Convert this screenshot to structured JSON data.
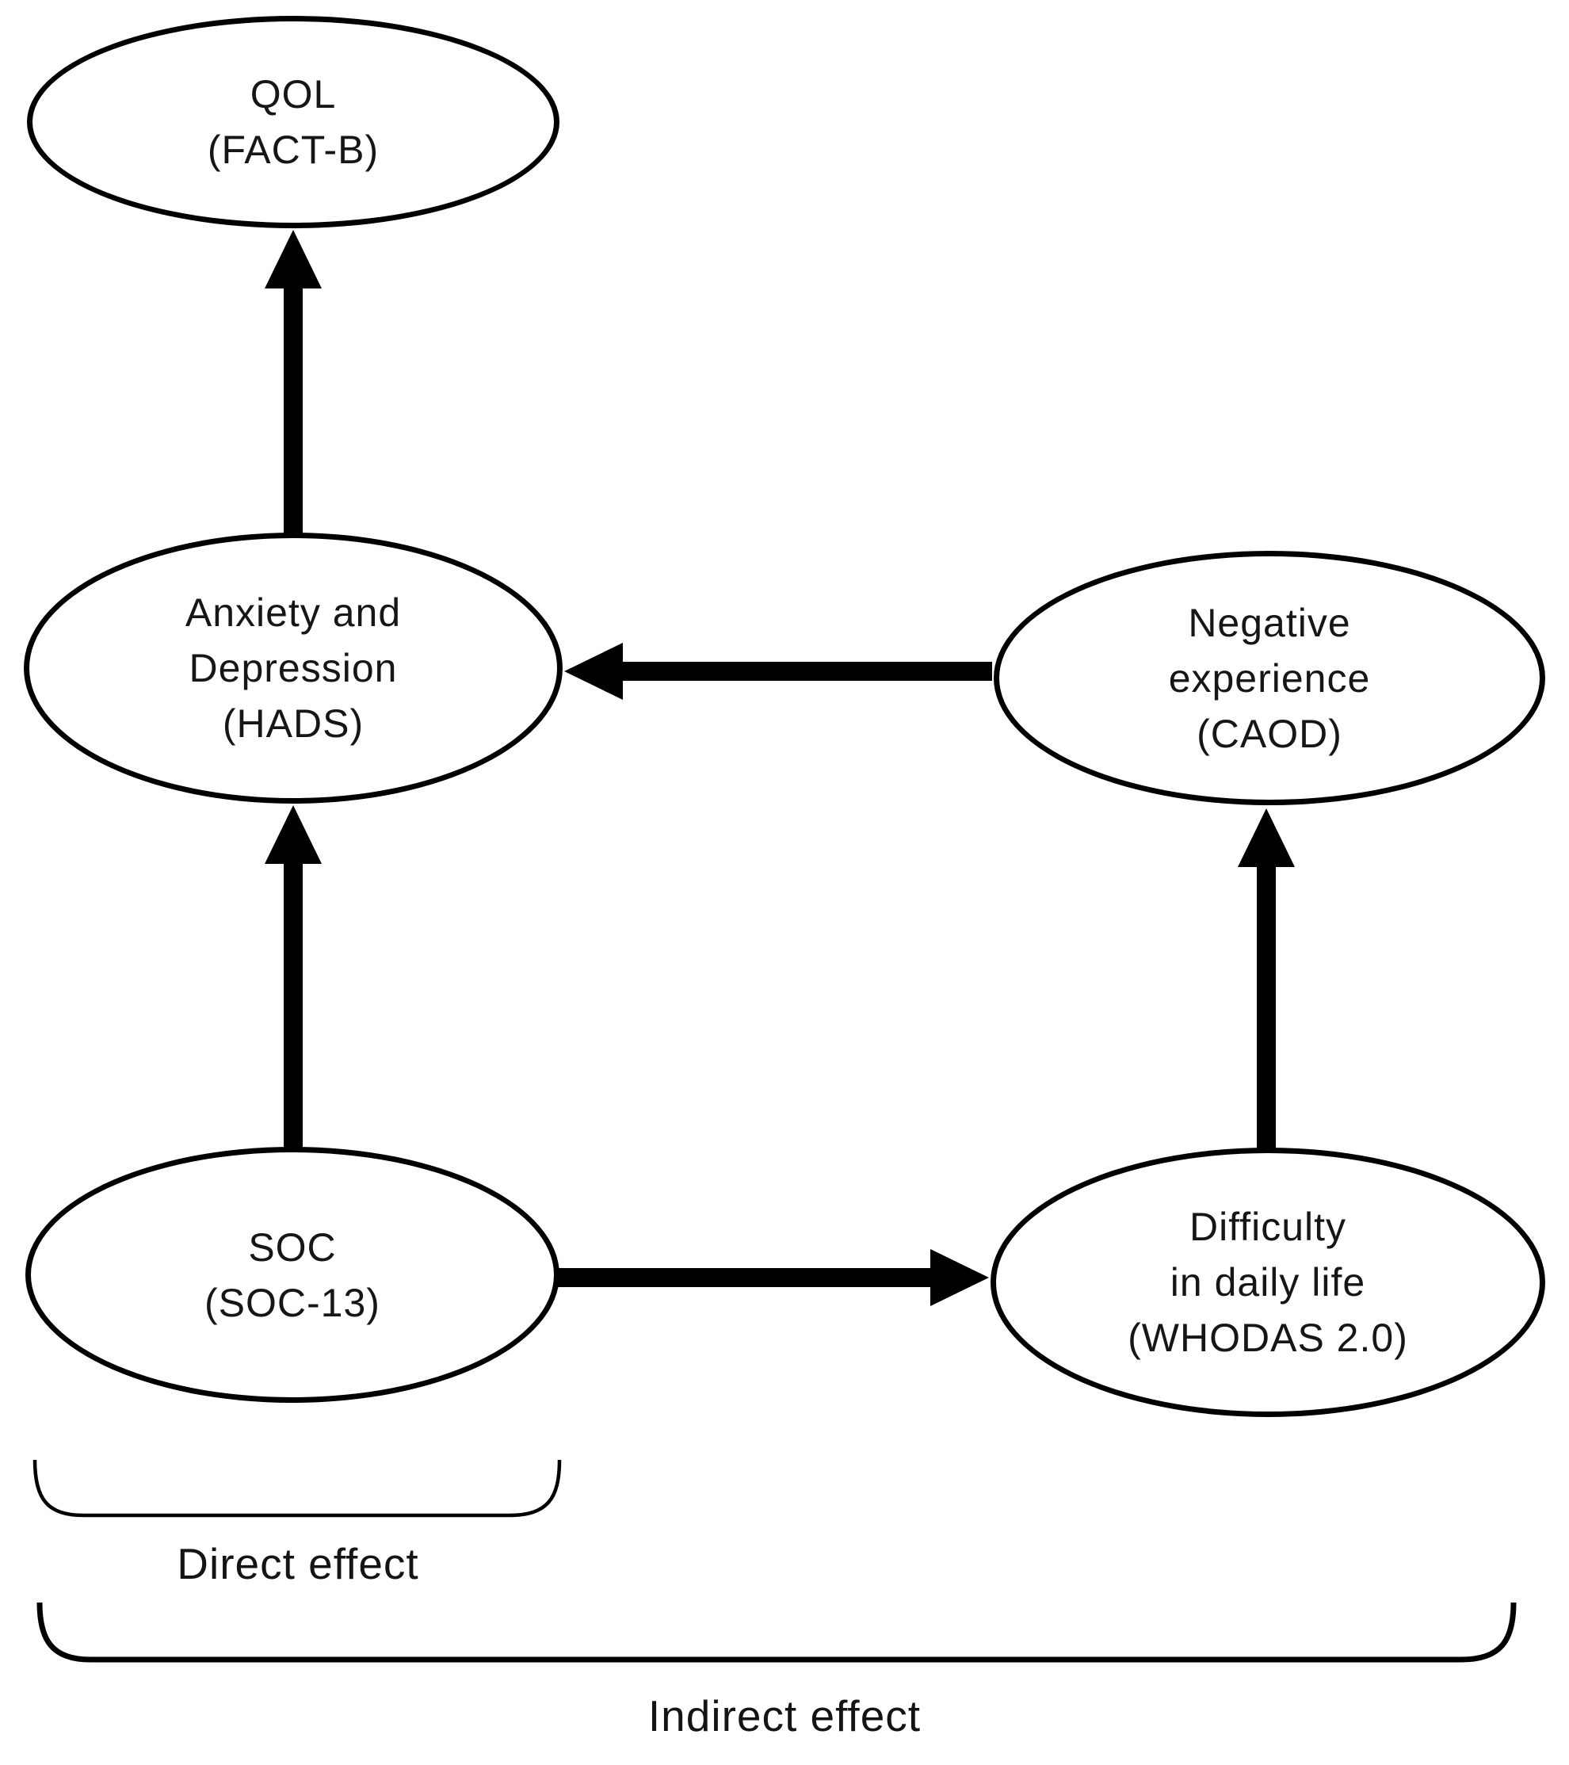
{
  "figure": {
    "background": "#ffffff",
    "stroke_color": "#000000",
    "text_color": "#161616",
    "nodes": {
      "qol": {
        "lines": [
          "QOL",
          "(FACT-B)"
        ]
      },
      "hads": {
        "lines": [
          "Anxiety and",
          "Depression",
          "(HADS)"
        ]
      },
      "caod": {
        "lines": [
          "Negative",
          "experience",
          "(CAOD)"
        ]
      },
      "soc": {
        "lines": [
          "SOC",
          "(SOC-13)"
        ]
      },
      "whodas": {
        "lines": [
          "Difficulty",
          "in daily life",
          "(WHODAS 2.0)"
        ]
      }
    },
    "edges": [
      {
        "from": "hads",
        "to": "qol",
        "direction": "up"
      },
      {
        "from": "soc",
        "to": "hads",
        "direction": "up"
      },
      {
        "from": "caod",
        "to": "hads",
        "direction": "left"
      },
      {
        "from": "soc",
        "to": "whodas",
        "direction": "right"
      },
      {
        "from": "whodas",
        "to": "caod",
        "direction": "up"
      }
    ],
    "labels": {
      "direct_effect": "Direct effect",
      "indirect_effect": "Indirect effect"
    }
  }
}
